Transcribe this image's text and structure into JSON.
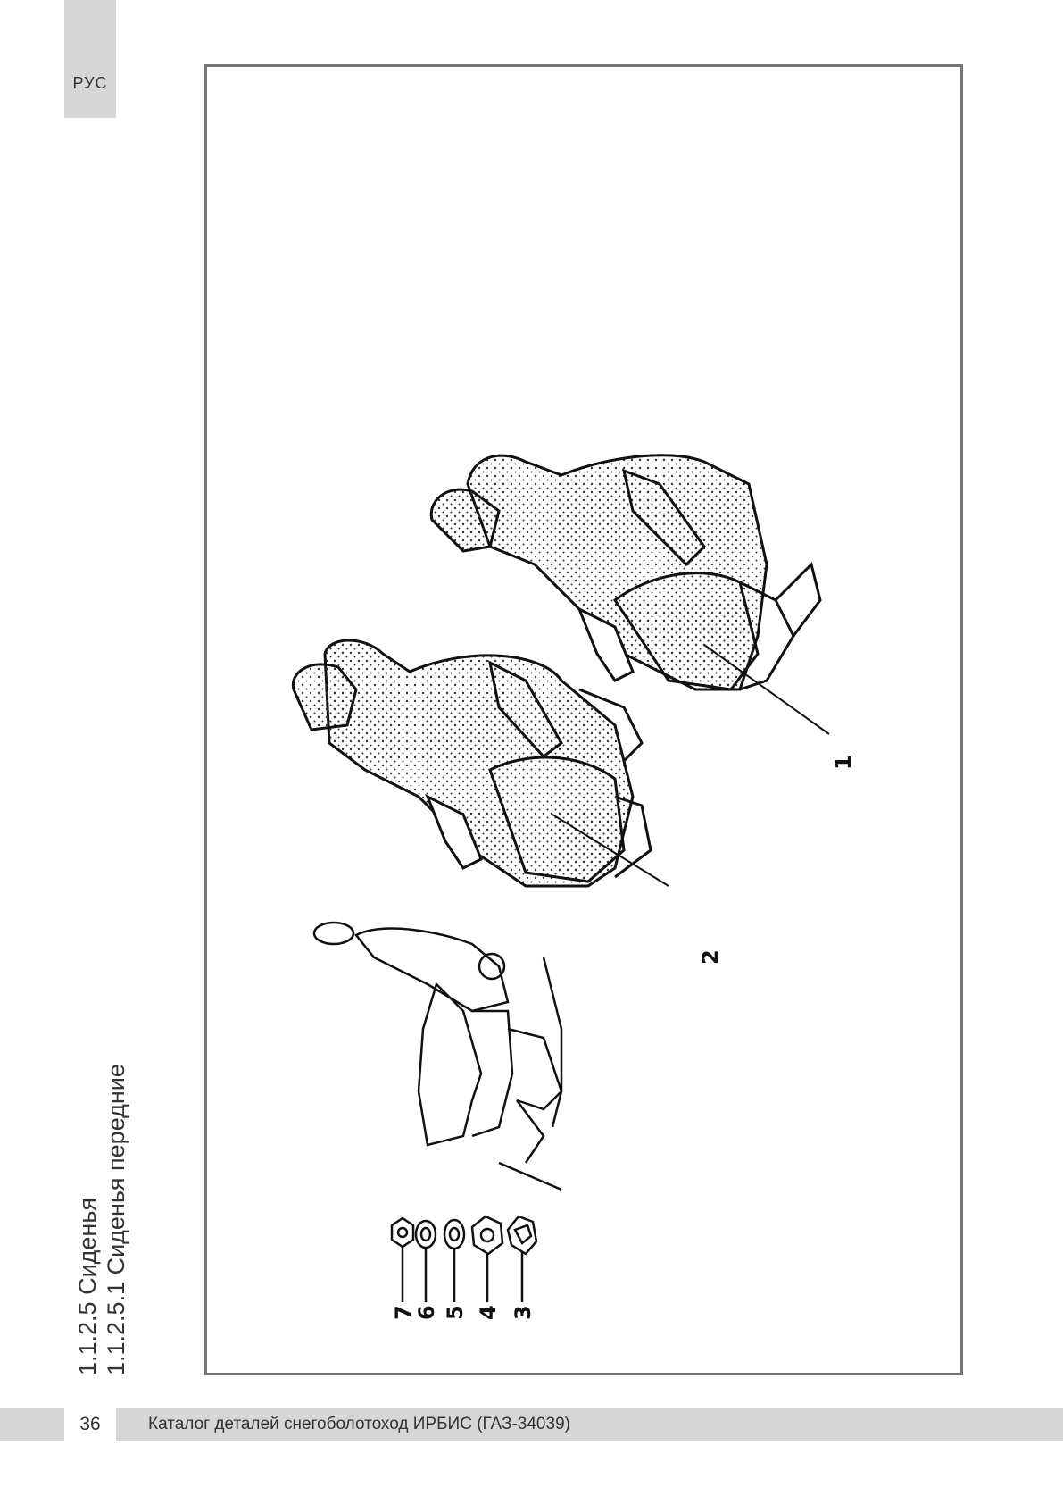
{
  "header": {
    "lang_tab": "РУС"
  },
  "titles": {
    "section": "1.1.2.5 Сиденья",
    "subsection": "1.1.2.5.1 Сиденья передние"
  },
  "illustration": {
    "callouts": [
      "1",
      "2",
      "3",
      "4",
      "5",
      "6",
      "7"
    ],
    "icon": "seat-assembly-drawing"
  },
  "footer": {
    "page_number": "36",
    "catalog_title": "Каталог деталей снегоболотоход ИРБИС (ГАЗ-34039)"
  },
  "colors": {
    "tab_gray": "#d6d6d6",
    "frame_gray": "#777777"
  }
}
